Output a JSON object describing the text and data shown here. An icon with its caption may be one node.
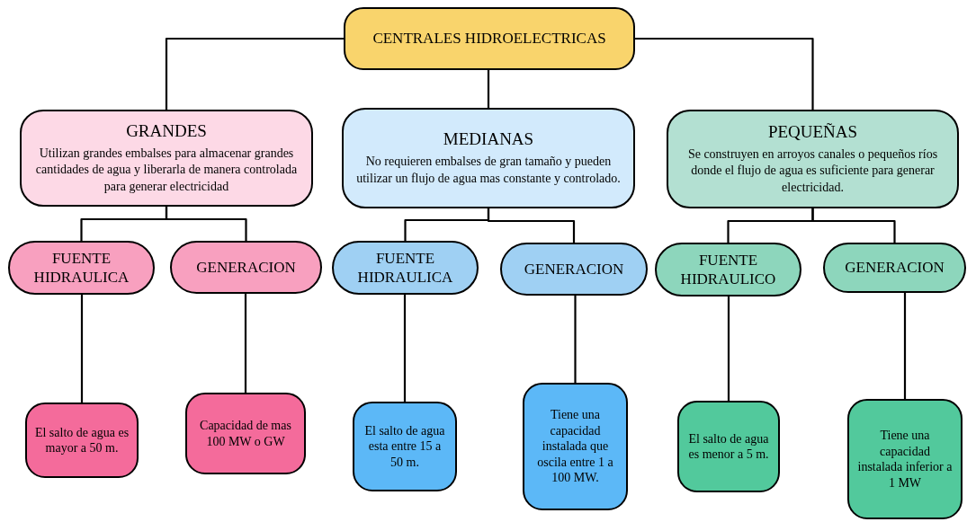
{
  "diagram": {
    "nodes": [
      {
        "text": [
          "CENTRALES HIDROELECTRICAS"
        ]
      },
      {
        "text": [
          "GRANDES",
          "Utilizan grandes embalses para almacenar grandes cantidades de agua y liberarla de manera controlada para generar electricidad"
        ]
      },
      {
        "text": [
          "MEDIANAS",
          "No requieren embalses de gran tamaño y pueden utilizar un flujo de agua mas constante y controlado."
        ]
      },
      {
        "text": [
          "PEQUEÑAS",
          "Se construyen en arroyos canales o pequeños ríos donde el flujo de agua es suficiente para generar electricidad."
        ]
      },
      {
        "text": [
          "FUENTE HIDRAULICA"
        ]
      },
      {
        "text": [
          "GENERACION"
        ]
      },
      {
        "text": [
          "FUENTE HIDRAULICA"
        ]
      },
      {
        "text": [
          "GENERACION"
        ]
      },
      {
        "text": [
          "FUENTE HIDRAULICO"
        ]
      },
      {
        "text": [
          "GENERACION"
        ]
      },
      {
        "text": [
          "El salto de agua  es mayor a 50 m."
        ]
      },
      {
        "text": [
          "Capacidad de mas 100 MW o GW"
        ]
      },
      {
        "text": [
          "El salto de agua esta entre 15 a 50 m."
        ]
      },
      {
        "text": [
          "Tiene una capacidad instalada que oscila entre 1 a 100 MW."
        ]
      },
      {
        "text": [
          "El salto de agua es menor a 5 m."
        ]
      },
      {
        "text": [
          "Tiene una capacidad instalada inferior a 1 MW"
        ]
      }
    ],
    "edges": [
      {
        "from": 0,
        "to": 1,
        "arrow": "none"
      },
      {
        "from": 0,
        "to": 2,
        "arrow": "none"
      },
      {
        "from": 0,
        "to": 3,
        "arrow": "none"
      },
      {
        "from": 1,
        "to": 4,
        "arrow": "none"
      },
      {
        "from": 1,
        "to": 5,
        "arrow": "none"
      },
      {
        "from": 2,
        "to": 6,
        "arrow": "none"
      },
      {
        "from": 2,
        "to": 7,
        "arrow": "none"
      },
      {
        "from": 3,
        "to": 8,
        "arrow": "none"
      },
      {
        "from": 3,
        "to": 9,
        "arrow": "none"
      },
      {
        "from": 4,
        "to": 10,
        "arrow": "none"
      },
      {
        "from": 5,
        "to": 11,
        "arrow": "none"
      },
      {
        "from": 6,
        "to": 12,
        "arrow": "none"
      },
      {
        "from": 7,
        "to": 13,
        "arrow": "none"
      },
      {
        "from": 8,
        "to": 14,
        "arrow": "none"
      },
      {
        "from": 9,
        "to": 15,
        "arrow": "none"
      }
    ]
  }
}
